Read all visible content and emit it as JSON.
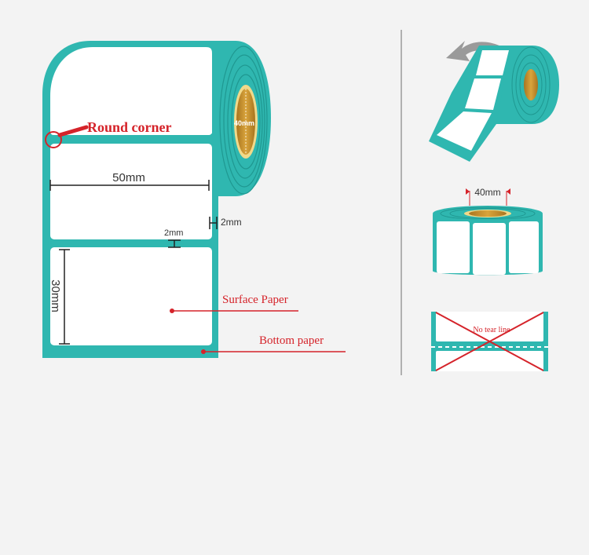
{
  "main_diagram": {
    "round_corner_label": "Round corner",
    "width_label": "50mm",
    "height_label": "30mm",
    "side_gap_label": "2mm",
    "label_gap_label": "2mm",
    "core_label": "40mm",
    "surface_paper_label": "Surface Paper",
    "bottom_paper_label": "Bottom paper"
  },
  "side_panel": {
    "core_diameter_label": "40mm",
    "no_tear_line_label": "No tear line"
  },
  "colors": {
    "teal": "#2fb7b0",
    "red": "#d5232a",
    "core": "#c98f2e",
    "background": "#f3f3f3"
  }
}
